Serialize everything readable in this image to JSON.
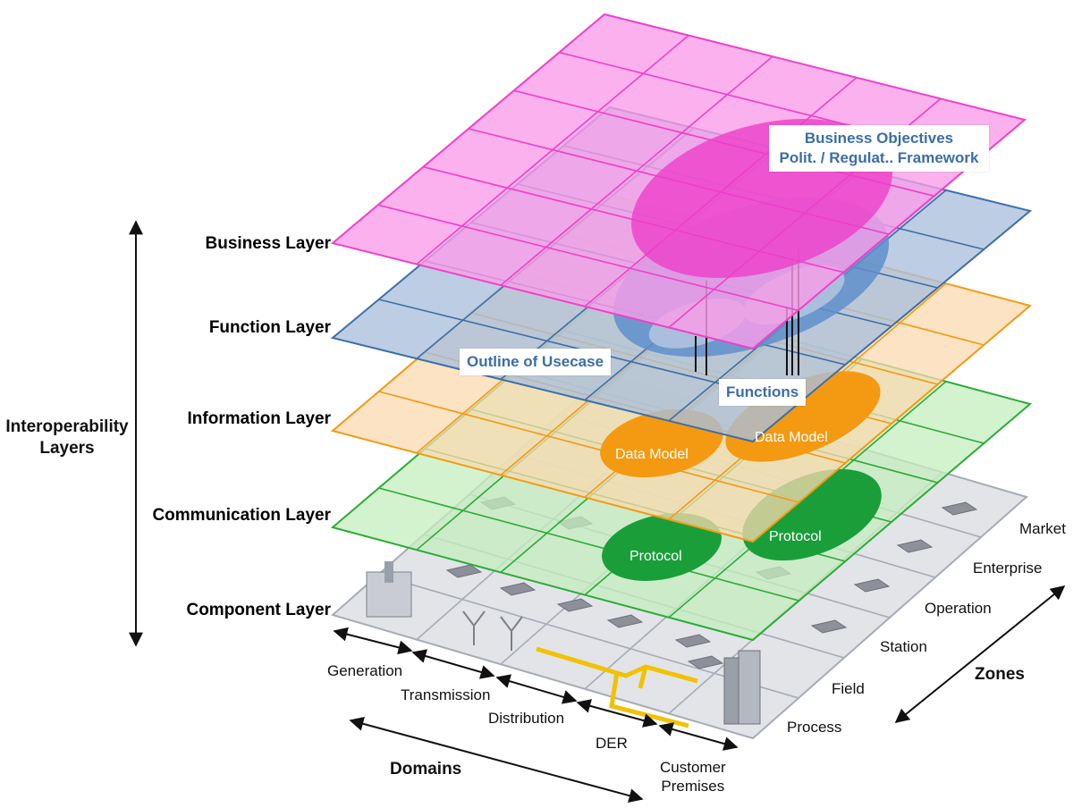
{
  "layers": [
    {
      "key": "business",
      "label": "Business Layer",
      "color": "#f23fc8",
      "fill": "#fa9ee8"
    },
    {
      "key": "function",
      "label": "Function Layer",
      "color": "#3d6fa6",
      "fill": "#a9bfdd"
    },
    {
      "key": "information",
      "label": "Information Layer",
      "color": "#f39a12",
      "fill": "#f9d9b0"
    },
    {
      "key": "communication",
      "label": "Communication Layer",
      "color": "#2aac37",
      "fill": "#c4eebd"
    },
    {
      "key": "component",
      "label": "Component Layer",
      "color": "#a6abb5",
      "fill": "#e2e4e8"
    }
  ],
  "interop_title": [
    "Interoperability",
    "Layers"
  ],
  "domains_title": "Domains",
  "zones_title": "Zones",
  "domains": [
    "Generation",
    "Transmission",
    "Distribution",
    "DER",
    "Customer Premises"
  ],
  "customer_premises_lines": [
    "Customer",
    "Premises"
  ],
  "zones": [
    "Process",
    "Field",
    "Station",
    "Operation",
    "Enterprise",
    "Market"
  ],
  "callouts": {
    "business_objectives": [
      "Business Objectives",
      "Polit. / Regulat.. Framework"
    ],
    "outline_usecase": "Outline of Usecase",
    "functions": "Functions"
  },
  "ellipse_labels": {
    "data_model_1": "Data Model",
    "data_model_2": "Data Model",
    "protocol_1": "Protocol",
    "protocol_2": "Protocol"
  }
}
